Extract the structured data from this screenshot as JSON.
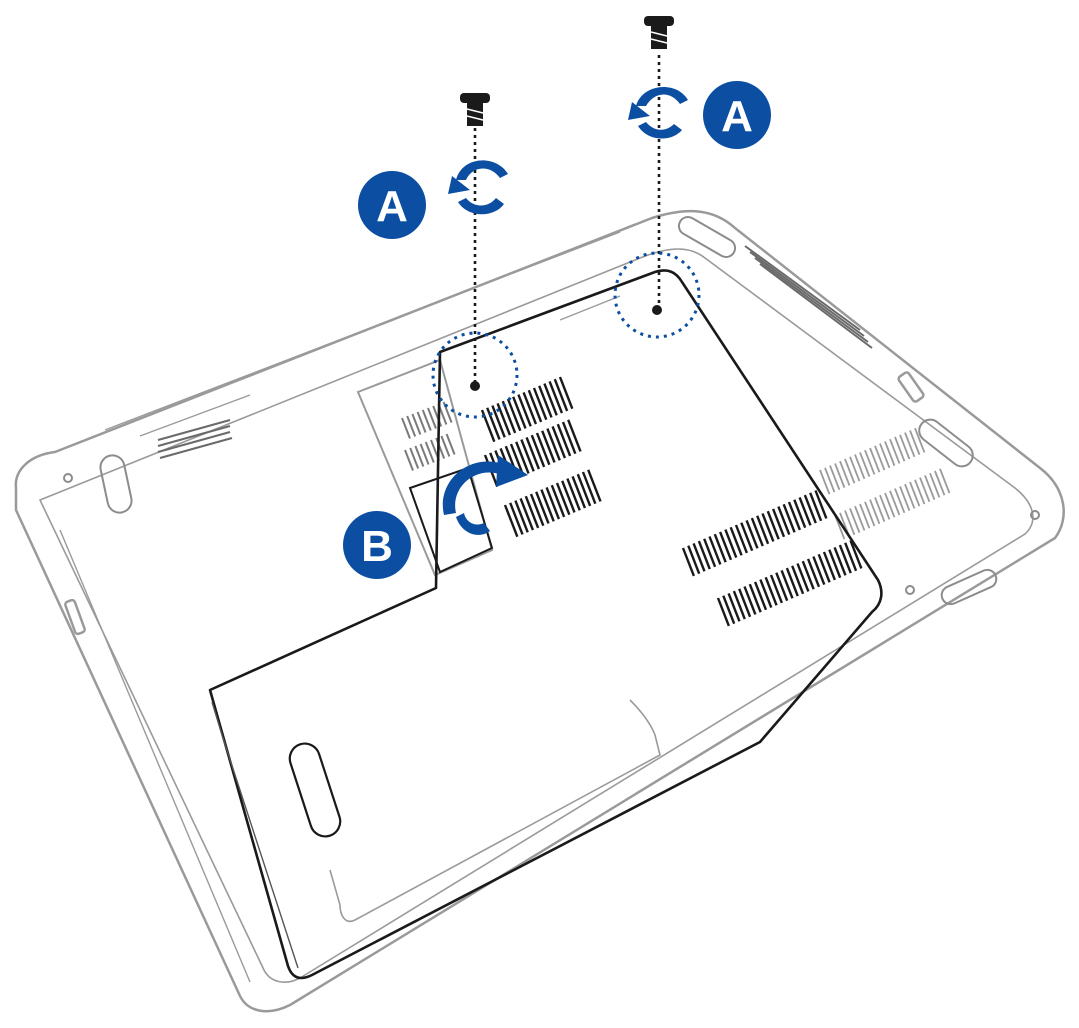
{
  "diagram": {
    "step_labels": {
      "a_left": "A",
      "a_right": "A",
      "b": "B"
    },
    "icons": {
      "screw": "screw-icon",
      "rotate": "rotate-arrow-icon",
      "highlight": "dotted-circle-highlight"
    },
    "colors": {
      "accent": "#0b4ea2",
      "line": "#1a1a1a",
      "outline": "#9a9a9a",
      "background": "#ffffff"
    }
  }
}
